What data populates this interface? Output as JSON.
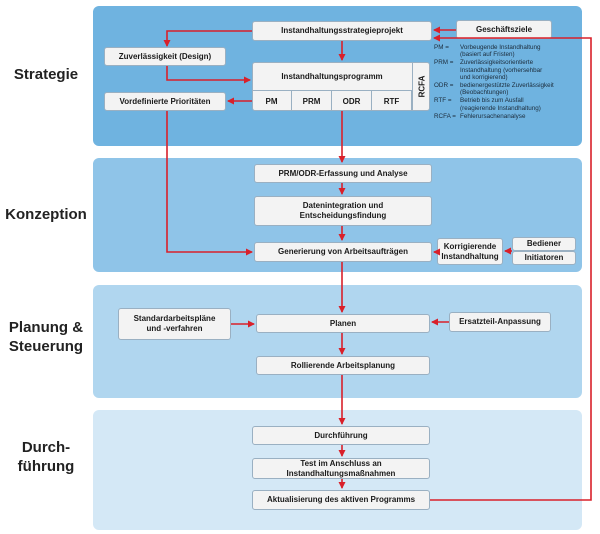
{
  "phases": {
    "strategie": "Strategie",
    "konzeption": "Konzeption",
    "planung": "Planung &\nSteuerung",
    "durchfuehrung": "Durch-\nführung"
  },
  "boxes": {
    "strategieprojekt": "Instandhaltungsstrategieprojekt",
    "geschaeftsziele": "Geschäftsziele",
    "zuverlaessigkeit": "Zuverlässigkeit (Design)",
    "programm": "Instandhaltungsprogramm",
    "prioritaeten": "Vordefinierte Prioritäten",
    "erfassung": "PRM/ODR-Erfassung und Analyse",
    "datenintegration": "Datenintegration und\nEntscheidungsfindung",
    "generierung": "Generierung von Arbeitsaufträgen",
    "korrigierende": "Korrigierende\nInstandhaltung",
    "bediener": "Bediener",
    "initiatoren": "Initiatoren",
    "standard": "Standardarbeitspläne\nund -verfahren",
    "planen": "Planen",
    "ersatzteil": "Ersatzteil-Anpassung",
    "rollierende": "Rollierende Arbeitsplanung",
    "durchfuehrung": "Durchführung",
    "test": "Test im Anschluss an\nInstandhaltungsmaßnahmen",
    "aktualisierung": "Aktualisierung des aktiven Programms"
  },
  "program_cells": [
    "PM",
    "PRM",
    "ODR",
    "RTF"
  ],
  "program_side": "RCFA",
  "legend": [
    {
      "abbr": "PM =",
      "text": "Vorbeugende Instandhaltung\n(basiert auf Fristen)"
    },
    {
      "abbr": "PRM =",
      "text": "Zuverlässigkeitsorientierte\nInstandhaltung (vorhersehbar\nund korrigierend)"
    },
    {
      "abbr": "ODR =",
      "text": "bedienergestützte Zuverlässigkeit\n(Beobachtungen)"
    },
    {
      "abbr": "RTF =",
      "text": "Betrieb bis zum Ausfall\n(reagierende Instandhaltung)"
    },
    {
      "abbr": "RCFA =",
      "text": "Fehlerursachenanalyse"
    }
  ],
  "colors": {
    "arrow": "#d9202a",
    "band1": "#6fb3e0",
    "band2": "#8fc4e8",
    "band3": "#b0d6ef",
    "band4": "#d4e8f6"
  }
}
